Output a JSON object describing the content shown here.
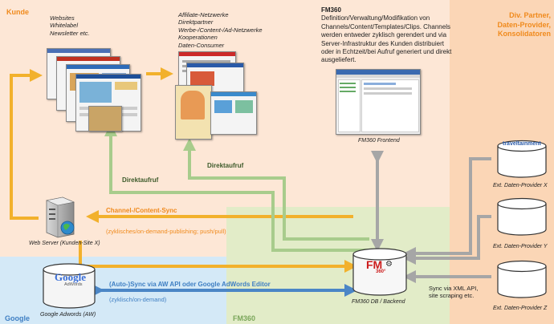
{
  "zones": {
    "kunde": "Kunde",
    "partner": "Div. Partner,\nDaten-Provider,\nKonsolidatoren",
    "google": "Google",
    "fm360": "FM360"
  },
  "kunde_list": [
    "Websites",
    "Whitelabel",
    "Newsletter etc."
  ],
  "affiliate_list": [
    "Affiliate-Netzwerke",
    "Direktpartner",
    "Werbe-/Content-/Ad-Netzwerke",
    "Kooperationen",
    "Daten-Consumer"
  ],
  "fm360_desc": {
    "title": "FM360",
    "text": "Definition/Verwaltung/Modifikation von Channels/Content/Templates/Clips. Channels werden entweder zyklisch gerendert und via Server-Infrastruktur des Kunden distribuiert oder in Echtzeit/bei Aufruf generiert und direkt ausgeliefert."
  },
  "captions": {
    "frontend": "FM360 Frontend",
    "webserver": "Web Server (Kunden-Site X)",
    "backend": "FM360 DB / Backend",
    "adwords": "Google Adwords (AW)",
    "provider_x": "Ext. Daten-Provider X",
    "provider_y": "Ext. Daten-Provider Y",
    "provider_z": "Ext. Daten-Provider Z"
  },
  "arrows": {
    "direkt1": "Direktaufruf",
    "direkt2": "Direktaufruf",
    "sync_title": "Channel-/Content-Sync",
    "sync_sub": "(zyklisches/on-demand-publishing; push/pull)",
    "aw_title": "(Auto-)Sync via AW API oder Google AdWords Editor",
    "aw_sub": "(zyklisch/on-demand)",
    "xml": "Sync via XML API,\nsite scraping etc."
  },
  "logos": {
    "google": "Google",
    "adwords": "AdWords",
    "fm": "FM",
    "fm360": "360°",
    "traveltainment": "traveltainment"
  },
  "colors": {
    "kunde_bg": "#fde7d6",
    "partner_bg": "#fbd6b6",
    "google_bg": "#d4e9f7",
    "fm360_bg": "#e2ecc8",
    "orange": "#f2b12c",
    "green": "#a8cc8c",
    "gray": "#a6a6a6",
    "blue": "#4b86c6",
    "orange_text": "#f08a1c",
    "blue_text": "#3f7fc3"
  }
}
